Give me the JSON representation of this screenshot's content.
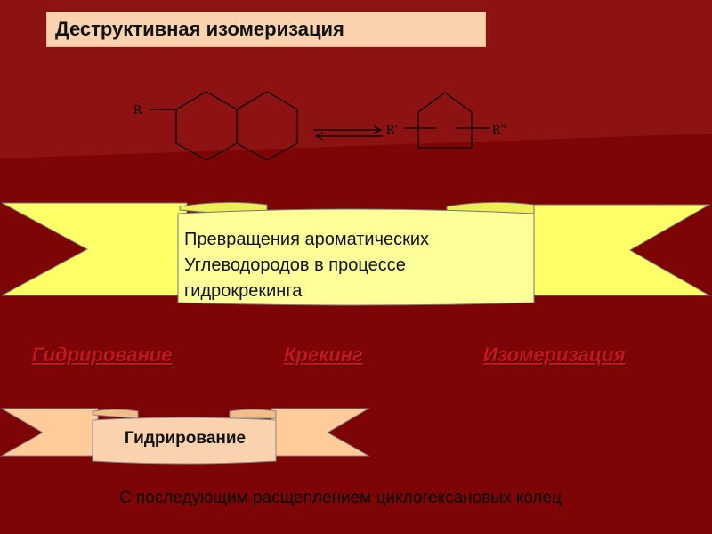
{
  "slide": {
    "title": "Деструктивная изомеризация",
    "reaction": {
      "left_substituent": "R",
      "right_substituent_1": "R'",
      "right_substituent_2": "R''"
    },
    "main_scroll": {
      "lines": [
        "Превращения ароматических",
        "Углеводородов в процессе",
        "гидрокрекинга"
      ]
    },
    "processes": [
      "Гидрирование",
      "Крекинг",
      "Изомеризация"
    ],
    "small_scroll": {
      "label": "Гидрирование"
    },
    "footer": "С последующим расщеплением циклогексановых колец",
    "colors": {
      "background": "#7d0505",
      "title_box": "#fbd2ae",
      "banner_yellow": "#ffff66",
      "scroll_yellow": "#ffff99",
      "small_banner": "#ffcc99",
      "process_text": "#c8141a"
    }
  }
}
